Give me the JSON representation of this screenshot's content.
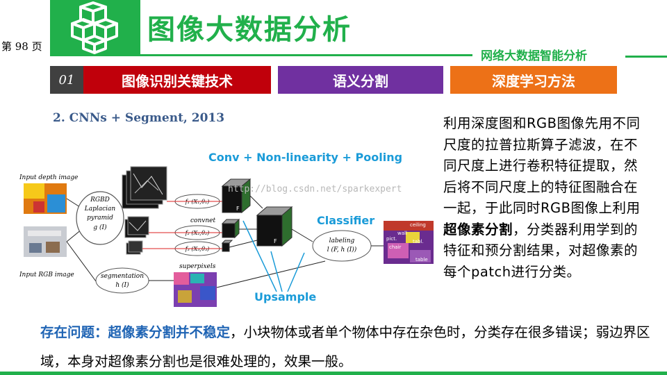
{
  "header": {
    "page_label": "第 98 页",
    "title": "图像大数据分析",
    "subtitle": "网络大数据智能分析"
  },
  "tabs": [
    {
      "label": "01"
    },
    {
      "label": "图像识别关键技术"
    },
    {
      "label": "语义分割"
    },
    {
      "label": "深度学习方法"
    }
  ],
  "figure": {
    "title": "2. CNNs + Segment, 2013",
    "watermark": "http://blog.csdn.net/sparkexpert",
    "labels": {
      "input_depth": "Input depth image",
      "input_rgb": "Input RGB image",
      "pyramid": [
        "RGBD",
        "Laplacian",
        "pyramid",
        "g (I)"
      ],
      "convnet": "convnet",
      "f1": "f₁ (X₁;θ₁)",
      "f2": "f₂ (X₂;θ₂)",
      "f3": "f₃ (X₃;θ₃)",
      "conv_label": "Conv + Non-linearity + Pooling",
      "classifier": "Classifier",
      "labeling": [
        "labeling",
        "l (F, h (I))"
      ],
      "segmentation": [
        "segmentation",
        "h (I)"
      ],
      "superpixels": "superpixels",
      "upsample": "Upsample",
      "F": "F",
      "scene_tags": [
        "ceiling",
        "wall",
        "pict.",
        "chair",
        "tabl.",
        "table"
      ]
    }
  },
  "description": {
    "before_bold": "利用深度图和RGB图像先用不同尺度的拉普拉斯算子滤波，在不同尺度上进行卷积特征提取，然后将不同尺度上的特征图融合在一起，于此同时RGB图像上利用",
    "bold": "超像素分割",
    "after_bold": "，分类器利用学到的特征和预分割结果，对超像素的每个patch进行分类。"
  },
  "problem": {
    "highlight": "存在问题：超像素分割并不稳定",
    "rest": "，小块物体或者单个物体中存在杂色时，分类存在很多错误；弱边界区域，本身对超像素分割也是很难处理的，效果一般。"
  },
  "colors": {
    "green": "#21b04b",
    "red": "#c0000b",
    "purple": "#7030a0",
    "orange": "#ed7117",
    "blue": "#1f64b4",
    "cyan_label": "#1a9bd8"
  }
}
